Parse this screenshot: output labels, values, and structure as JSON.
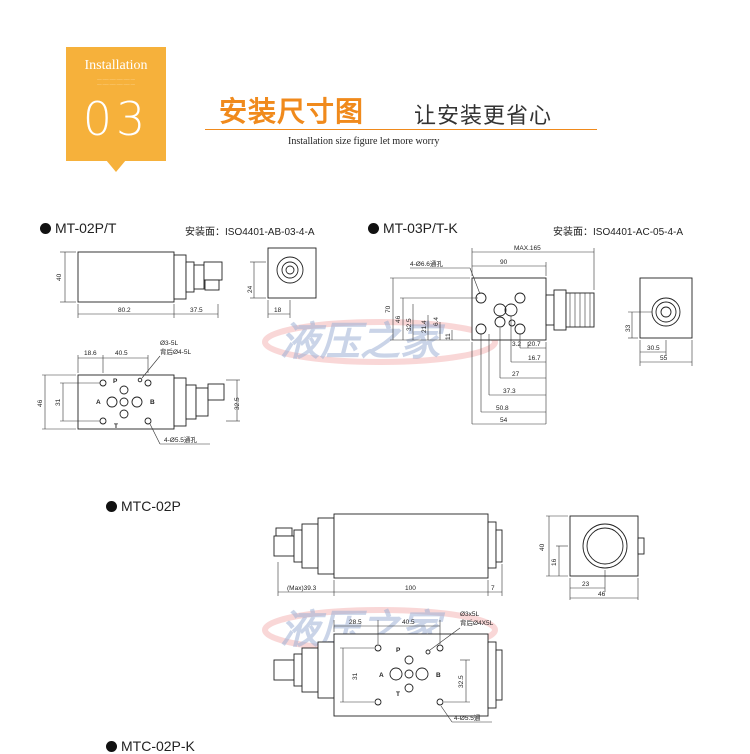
{
  "header": {
    "badge_title": "Installation",
    "badge_number": "03",
    "title_main": "安装尺寸图",
    "title_secondary": "让安装更省心",
    "subtitle": "Installation size figure let more worry"
  },
  "watermark": "液压之家",
  "sections": {
    "mt02": {
      "name": "MT-02P/T",
      "mount": "安装面：ISO4401-AB-03-4-A",
      "dims": {
        "h40": "40",
        "l80": "80.2",
        "l37": "37.5",
        "s24": "24",
        "s18": "18",
        "p18": "18.6",
        "p40": "40.5",
        "o3": "Ø3-5L",
        "o4": "背后Ø4-5L",
        "h46": "46",
        "h31": "31",
        "h32": "32.5",
        "bolt": "4-Ø5.5通孔",
        "P": "P",
        "A": "A",
        "B": "B",
        "T": "T"
      }
    },
    "mt03": {
      "name": "MT-03P/T-K",
      "mount": "安装面：ISO4401-AC-05-4-A",
      "dims": {
        "max": "MAX.165",
        "w90": "90",
        "hole": "4-Ø6.6通孔",
        "h70": "70",
        "h46": "46",
        "h32": "32.5",
        "h21": "21.4",
        "h6": "6.4",
        "h11": "11",
        "x3": "3.2",
        "x20": "20.7",
        "x16": "16.7",
        "x27": "27",
        "x37": "37.3",
        "x50": "50.8",
        "x54": "54",
        "s33": "33",
        "s30": "30.5",
        "s55": "55"
      }
    },
    "mtc02": {
      "name": "MTC-02P",
      "dims": {
        "max": "(Max)39.3",
        "l100": "100",
        "l7": "7",
        "h40": "40",
        "h16": "16",
        "w23": "23",
        "w46": "46",
        "p28": "28.5",
        "p40": "40.5",
        "o3": "Ø3x5L",
        "o4": "背后Ø4X5L",
        "h31": "31",
        "h32": "32.5",
        "bolt": "4-Ø5.5通",
        "P": "P",
        "A": "A",
        "B": "B",
        "T": "T"
      }
    },
    "mtc02k": {
      "name": "MTC-02P-K"
    }
  }
}
